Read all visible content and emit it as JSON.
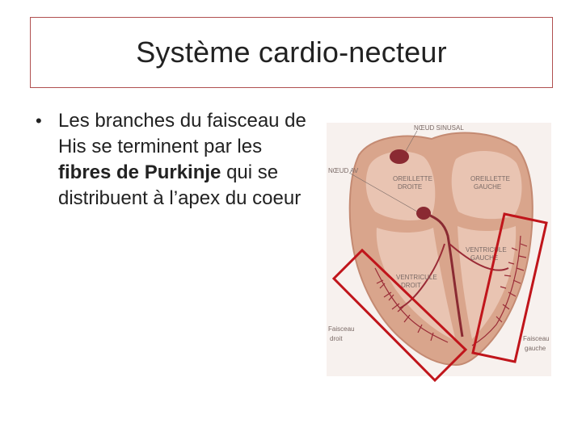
{
  "slide": {
    "title": "Système cardio-necteur",
    "bullet": {
      "part1": "Les branches du faisceau de His se terminent par les ",
      "bold": "fibres de Purkinje",
      "part2": " qui se distribuent à l’apex du coeur"
    }
  },
  "figure": {
    "labels": {
      "sinus_node": "NŒUD SINUSAL",
      "av_node": "NŒUD AV",
      "right_atrium_1": "OREILLETTE",
      "right_atrium_2": "DROITE",
      "left_atrium_1": "OREILLETTE",
      "left_atrium_2": "GAUCHE",
      "left_ventricle_1": "VENTRICULE",
      "left_ventricle_2": "GAUCHE",
      "right_ventricle_1": "VENTRICULE",
      "right_ventricle_2": "DROIT",
      "right_bundle_1": "Faisceau",
      "right_bundle_2": "droit",
      "left_bundle_1": "Faisceau",
      "left_bundle_2": "gauche"
    },
    "colors": {
      "muscle": "#d9a58c",
      "chamber": "#e9c4b2",
      "node": "#8a2a32",
      "fibers": "#9a2b36",
      "highlight_box": "#c0151b"
    }
  }
}
